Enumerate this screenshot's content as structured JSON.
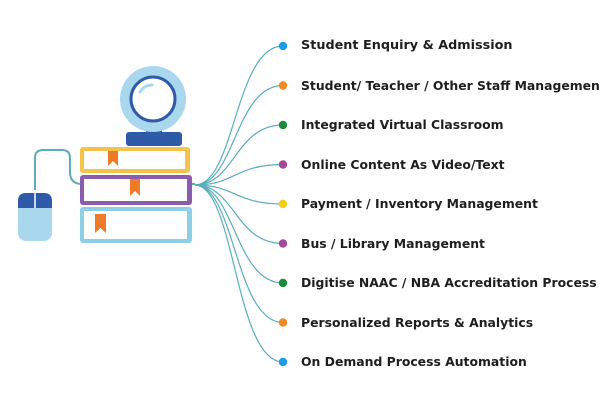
{
  "features": [
    {
      "label": "Student Enquiry & Admission",
      "dot_color": "#1e9be8"
    },
    {
      "label": "Student/ Teacher / Other Staff  Management",
      "dot_color": "#f08a24"
    },
    {
      "label": "Integrated Virtual Classroom",
      "dot_color": "#1b8a3a"
    },
    {
      "label": "Online Content As Video/Text",
      "dot_color": "#a44a9a"
    },
    {
      "label": "Payment / Inventory Management",
      "dot_color": "#f5cc18"
    },
    {
      "label": "Bus / Library Management",
      "dot_color": "#a44a9a"
    },
    {
      "label": "Digitise NAAC / NBA Accreditation Process",
      "dot_color": "#1b8a3a"
    },
    {
      "label": "Personalized Reports & Analytics",
      "dot_color": "#f08a24"
    },
    {
      "label": "On Demand Process Automation",
      "dot_color": "#1e9be8"
    }
  ],
  "colors": {
    "connector": "#5aaeb9",
    "webcam_body": "#a9d7ee",
    "webcam_dark": "#2f5aa8",
    "book_top": "#f6c24a",
    "book_middle": "#8a5cae",
    "book_bottom": "#8ecfe8",
    "bookmark": "#ef7a2a",
    "mouse_body": "#a9d7ee",
    "mouse_dark": "#2f5aa8"
  }
}
